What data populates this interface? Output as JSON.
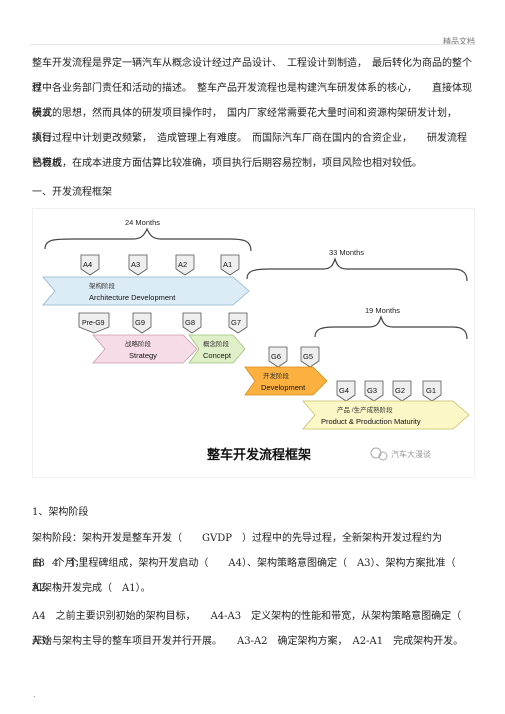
{
  "header": {
    "watermark": "精品文档"
  },
  "intro": [
    "整车开发流程是界定一辆汽车从概念设计经过产品设计、　工程设计到制造，　最后转化为商品的整个过",
    "程中各业务部门责任和活动的描述。　整车产品开发流程也是构建汽车研发体系的核心，　　直接体现研发",
    "模式的思想，然而具体的研发项目操作时，　国内厂家经常需要花大量时间和资源构架研发计划，　　项目",
    "执行过程中计划更改频繁，　造成管理上有难度。　而国际汽车厂商在国内的合资企业，　　研发流程已有成",
    "熟模板，在成本进度方面估算比较准确，项目执行后期容易控制，项目风险也相对较低。"
  ],
  "section1": {
    "title": "一、开发流程框架"
  },
  "figure": {
    "span_24": "24 Months",
    "span_33": "33 Months",
    "span_19": "19 Months",
    "gates_arch": [
      "A4",
      "A3",
      "A2",
      "A1"
    ],
    "arch_cn": "架构阶段",
    "arch_en": "Architecture Development",
    "gates_strategy": [
      "Pre-G9",
      "G9",
      "G8",
      "G7"
    ],
    "strategy_cn": "战略阶段",
    "strategy_en": "Strategy",
    "concept_cn": "概念阶段",
    "concept_en": "Concept",
    "gates_dev": [
      "G6",
      "G5"
    ],
    "dev_cn": "开发阶段",
    "dev_en": "Development",
    "gates_prod": [
      "G4",
      "G3",
      "G2",
      "G1"
    ],
    "prod_cn": "产品 /生产成熟阶段",
    "prod_en": "Product & Production Maturity",
    "caption": "整车开发流程框架",
    "logo_text": "汽车大漫谈",
    "colors": {
      "arch": "#dcecf6",
      "strategy": "#f6dce6",
      "concept": "#dff0c8",
      "dev": "#fbb040",
      "prod": "#fbf7c6",
      "gate": "#eeeeee"
    }
  },
  "section2": {
    "title": "1、架构阶段"
  },
  "arch_paragraph": [
    "架构阶段：架构开发是整车开发（　　GVDP　）过程中的先导过程，全新架构开发过程约为　　18　个月，",
    "由　4　个里程碑组成，架构开发启动（　　A4）、架构策略意图确定（　A3）、架构方案批准（　A2　）",
    "和架构开发完成（　A1）。",
    "A4　之前主要识别初始的架构目标，　　A4-A3　定义架构的性能和带宽，从架构策略意图确定（　　A3）",
    "开始与架构主导的整车项目开发并行开展。　　A3-A2　确定架构方案，　A2-A1　完成架构开发。"
  ],
  "footer": {
    "mark": "."
  }
}
